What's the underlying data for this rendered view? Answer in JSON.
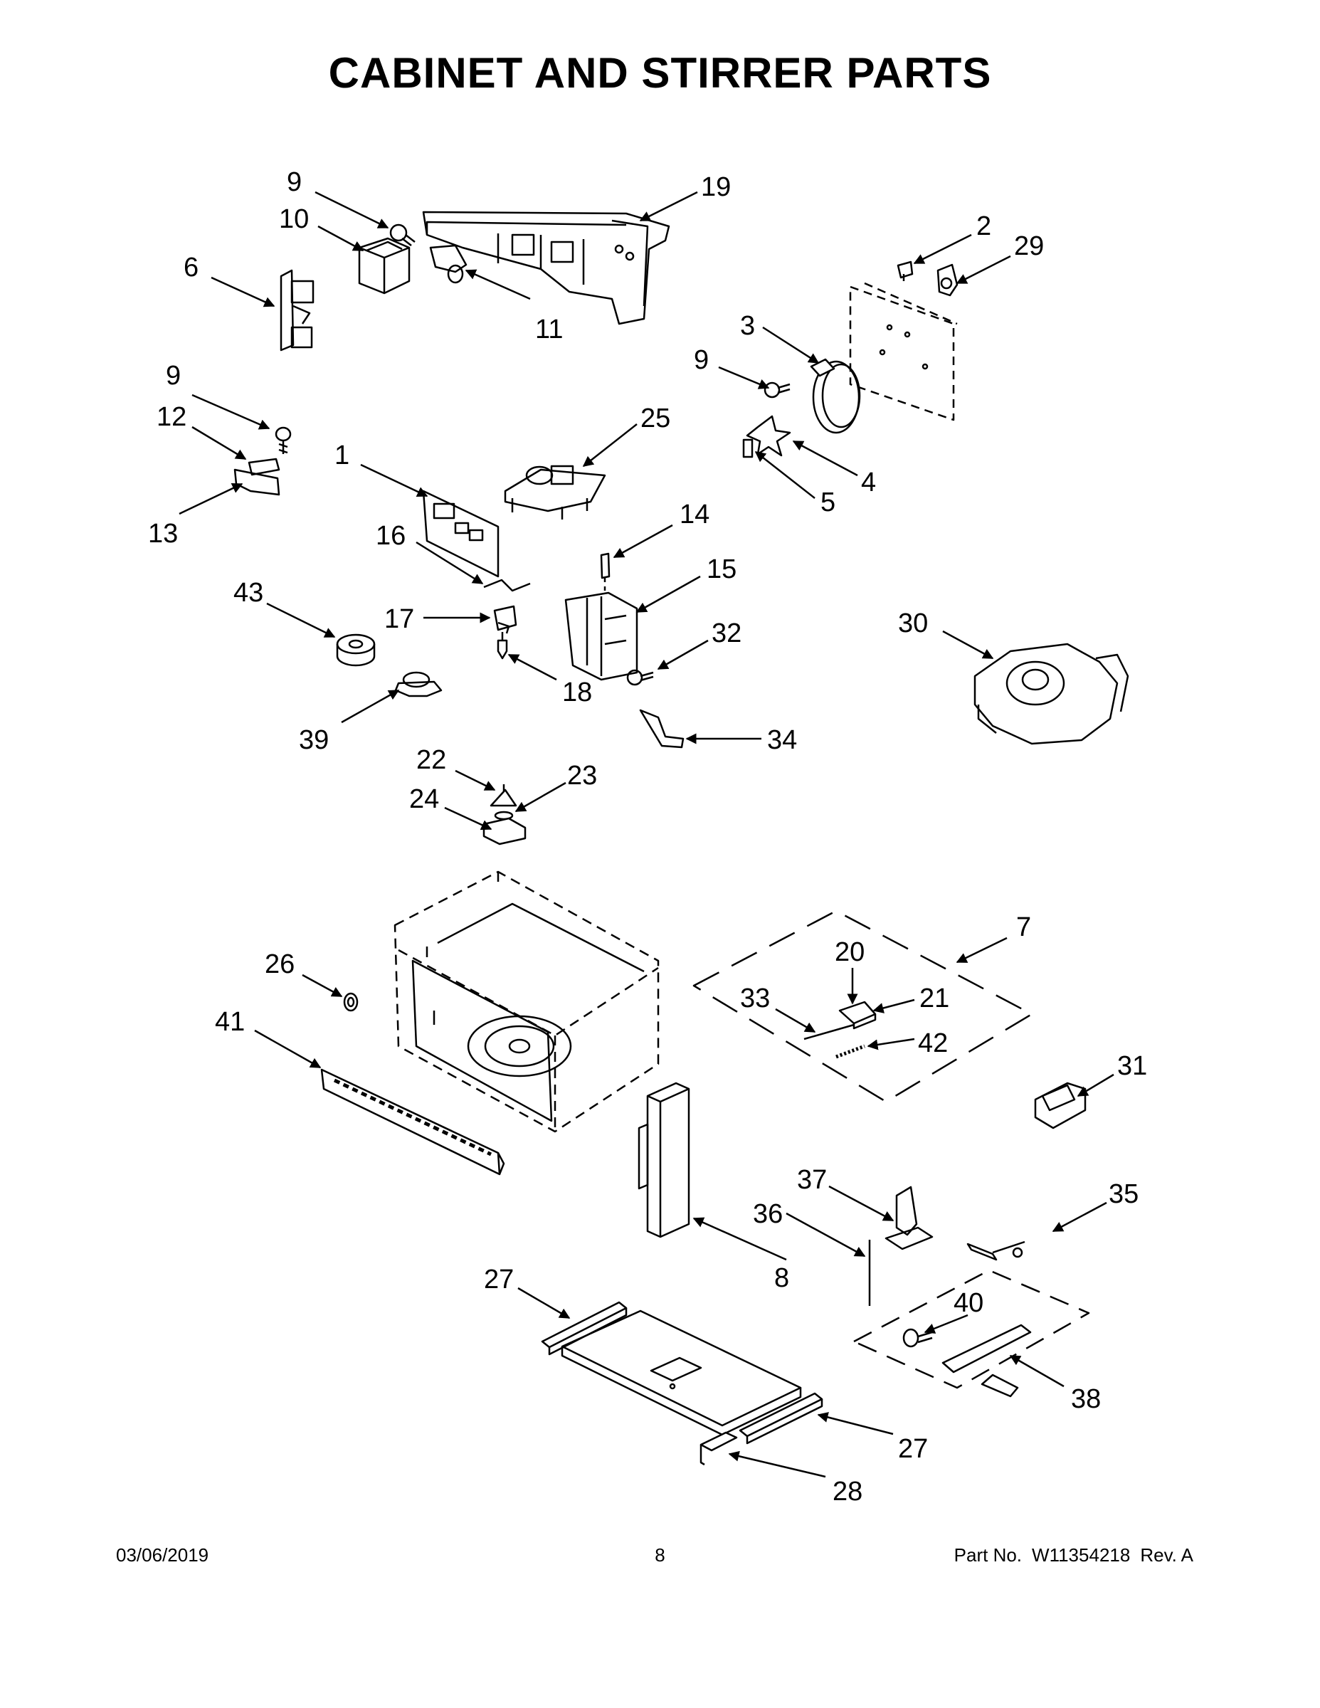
{
  "title": "CABINET AND STIRRER PARTS",
  "parts": [
    {
      "id": "p1",
      "label": "1"
    },
    {
      "id": "p2",
      "label": "2"
    },
    {
      "id": "p3",
      "label": "3"
    },
    {
      "id": "p4",
      "label": "4"
    },
    {
      "id": "p5",
      "label": "5"
    },
    {
      "id": "p6",
      "label": "6"
    },
    {
      "id": "p7",
      "label": "7"
    },
    {
      "id": "p8",
      "label": "8"
    },
    {
      "id": "p9a",
      "label": "9"
    },
    {
      "id": "p9b",
      "label": "9"
    },
    {
      "id": "p9c",
      "label": "9"
    },
    {
      "id": "p10",
      "label": "10"
    },
    {
      "id": "p11",
      "label": "11"
    },
    {
      "id": "p12",
      "label": "12"
    },
    {
      "id": "p13",
      "label": "13"
    },
    {
      "id": "p14",
      "label": "14"
    },
    {
      "id": "p15",
      "label": "15"
    },
    {
      "id": "p16",
      "label": "16"
    },
    {
      "id": "p17",
      "label": "17"
    },
    {
      "id": "p18",
      "label": "18"
    },
    {
      "id": "p19",
      "label": "19"
    },
    {
      "id": "p20",
      "label": "20"
    },
    {
      "id": "p21",
      "label": "21"
    },
    {
      "id": "p22",
      "label": "22"
    },
    {
      "id": "p23",
      "label": "23"
    },
    {
      "id": "p24",
      "label": "24"
    },
    {
      "id": "p25",
      "label": "25"
    },
    {
      "id": "p26",
      "label": "26"
    },
    {
      "id": "p27a",
      "label": "27"
    },
    {
      "id": "p27b",
      "label": "27"
    },
    {
      "id": "p28",
      "label": "28"
    },
    {
      "id": "p29",
      "label": "29"
    },
    {
      "id": "p30",
      "label": "30"
    },
    {
      "id": "p31",
      "label": "31"
    },
    {
      "id": "p32",
      "label": "32"
    },
    {
      "id": "p33",
      "label": "33"
    },
    {
      "id": "p34",
      "label": "34"
    },
    {
      "id": "p35",
      "label": "35"
    },
    {
      "id": "p36",
      "label": "36"
    },
    {
      "id": "p37",
      "label": "37"
    },
    {
      "id": "p38",
      "label": "38"
    },
    {
      "id": "p39",
      "label": "39"
    },
    {
      "id": "p40",
      "label": "40"
    },
    {
      "id": "p41",
      "label": "41"
    },
    {
      "id": "p42",
      "label": "42"
    },
    {
      "id": "p43",
      "label": "43"
    }
  ],
  "footer": {
    "date": "03/06/2019",
    "page": "8",
    "part_prefix": "Part No.",
    "part_number": "W11354218",
    "revision": "Rev. A"
  }
}
